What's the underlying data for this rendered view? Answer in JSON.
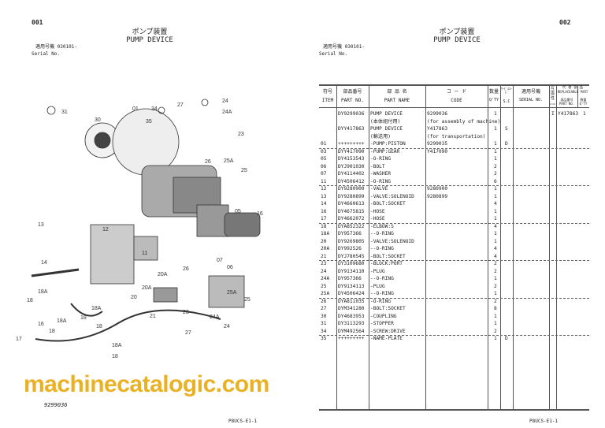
{
  "left_page": {
    "page_no": "001",
    "title_jp": "ポンプ装置",
    "title_en": "PUMP DEVICE",
    "serial_label_jp": "適用号機",
    "serial_value": "030101-",
    "serial_label_en": "Serial No.",
    "drawing_no": "9299036",
    "footer": "P8UCS-E1-1",
    "callouts": [
      "31",
      "30",
      "01",
      "34",
      "27",
      "24",
      "24A",
      "35",
      "23",
      "26",
      "25A",
      "25",
      "13",
      "12",
      "11",
      "14",
      "05",
      "16",
      "18A",
      "18",
      "07",
      "06",
      "20A",
      "20",
      "21",
      "23",
      "24A",
      "24",
      "27",
      "25A",
      "25",
      "18A",
      "18",
      "16",
      "18A",
      "18",
      "17",
      "18A",
      "18",
      "26"
    ]
  },
  "right_page": {
    "page_no": "002",
    "title_jp": "ポンプ装置",
    "title_en": "PUMP DEVICE",
    "serial_label_jp": "適用号機",
    "serial_value": "030101-",
    "serial_label_en": "Serial No.",
    "footer": "P8UCS-E1-1",
    "headers": {
      "item_jp": "符号",
      "item": "ITEM",
      "partno_jp": "部品番号",
      "partno": "PART NO.",
      "name_jp": "部 品 名",
      "name": "PART NAME",
      "code_jp": "コ ー ド",
      "code": "CODE",
      "qty_jp": "数量",
      "qty": "Q'TY",
      "sc_jp": "ｻｰﾋﾞｽｺｰﾄﾞ",
      "sc": "S.C",
      "serial_jp": "適用号機",
      "serial": "SERIAL NO.",
      "ic_jp": "互換性",
      "ic": "I/CA",
      "repl_jp": "代 替 部 品",
      "repl": "REPLACEABLE PART",
      "repl_partno": "部品番号 PART NO.",
      "repl_qty": "数量 Q'TY"
    },
    "rows": [
      {
        "item": "",
        "part": "DY9299036",
        "name": "PUMP DEVICE",
        "code": "9299036",
        "qty": "1",
        "sc": "",
        "ic": "I",
        "rpart": "Y417863",
        "rqty": "1"
      },
      {
        "item": "",
        "part": "",
        "name": "(本体組付用)",
        "code": "(for assembly of machine)",
        "qty": "",
        "sc": ""
      },
      {
        "item": "",
        "part": "DYY417863",
        "name": "PUMP DEVICE",
        "code": "Y417863",
        "qty": "1",
        "sc": "S"
      },
      {
        "item": "",
        "part": "",
        "name": "(輸送用)",
        "code": "(for transportation)",
        "qty": "",
        "sc": ""
      },
      {
        "item": "01",
        "part": "+++++++++",
        "name": "-PUMP:PISTON",
        "code": "9299035",
        "qty": "1",
        "sc": "D",
        "sep": true
      },
      {
        "item": "03",
        "part": "DYY417090",
        "name": "-PUMP:GEAR",
        "code": "Y417090",
        "qty": "1"
      },
      {
        "item": "05",
        "part": "DY4153543",
        "name": "-O-RING",
        "code": "",
        "qty": "1"
      },
      {
        "item": "06",
        "part": "DYJ901030",
        "name": "-BOLT",
        "code": "",
        "qty": "2"
      },
      {
        "item": "07",
        "part": "DY4114402",
        "name": "-WASHER",
        "code": "",
        "qty": "2"
      },
      {
        "item": "11",
        "part": "DY4506412",
        "name": "-O-RING",
        "code": "",
        "qty": "6",
        "sep": true
      },
      {
        "item": "12",
        "part": "DY9280900",
        "name": "-VALVE",
        "code": "9280900",
        "qty": "1"
      },
      {
        "item": "13",
        "part": "DY9280899",
        "name": "-VALVE:SOLENOID",
        "code": "9280899",
        "qty": "1"
      },
      {
        "item": "14",
        "part": "DY4660613",
        "name": "-BOLT:SOCKET",
        "code": "",
        "qty": "4"
      },
      {
        "item": "16",
        "part": "DY4675815",
        "name": "-HOSE",
        "code": "",
        "qty": "1"
      },
      {
        "item": "17",
        "part": "DY4662072",
        "name": "-HOSE",
        "code": "",
        "qty": "1",
        "sep": true
      },
      {
        "item": "18",
        "part": "DYA852322",
        "name": "-ELBOW:S",
        "code": "",
        "qty": "4"
      },
      {
        "item": "18A",
        "part": "DY957366",
        "name": "--O-RING",
        "code": "",
        "qty": "1"
      },
      {
        "item": "20",
        "part": "DY9269805",
        "name": "-VALVE:SOLENOID",
        "code": "",
        "qty": "1"
      },
      {
        "item": "20A",
        "part": "DY992526",
        "name": "--O-RING",
        "code": "",
        "qty": "4"
      },
      {
        "item": "21",
        "part": "DYJ780545",
        "name": "-BOLT:SOCKET",
        "code": "",
        "qty": "4",
        "sep": true
      },
      {
        "item": "23",
        "part": "DY3109680",
        "name": "-BLOCK:PORT",
        "code": "",
        "qty": "2"
      },
      {
        "item": "24",
        "part": "DY9134110",
        "name": "-PLUG",
        "code": "",
        "qty": "2"
      },
      {
        "item": "24A",
        "part": "DY957366",
        "name": "--O-RING",
        "code": "",
        "qty": "1"
      },
      {
        "item": "25",
        "part": "DY9134113",
        "name": "-PLUG",
        "code": "",
        "qty": "2"
      },
      {
        "item": "25A",
        "part": "DY4506424",
        "name": "--O-RING",
        "code": "",
        "qty": "1",
        "sep": true
      },
      {
        "item": "26",
        "part": "DYA811035",
        "name": "-O-RING",
        "code": "",
        "qty": "2"
      },
      {
        "item": "27",
        "part": "DYM341280",
        "name": "-BOLT:SOCKET",
        "code": "",
        "qty": "8"
      },
      {
        "item": "30",
        "part": "DY4683953",
        "name": "-COUPLING",
        "code": "",
        "qty": "1"
      },
      {
        "item": "31",
        "part": "DY3113293",
        "name": "-STOPPER",
        "code": "",
        "qty": "1"
      },
      {
        "item": "34",
        "part": "DYM492564",
        "name": "-SCREW:DRIVE",
        "code": "",
        "qty": "2",
        "sep": true
      },
      {
        "item": "35",
        "part": "+++++++++",
        "name": "-NAME-PLATE",
        "code": "",
        "qty": "1",
        "sc": "D"
      }
    ]
  },
  "watermark": "machinecatalogic.com"
}
